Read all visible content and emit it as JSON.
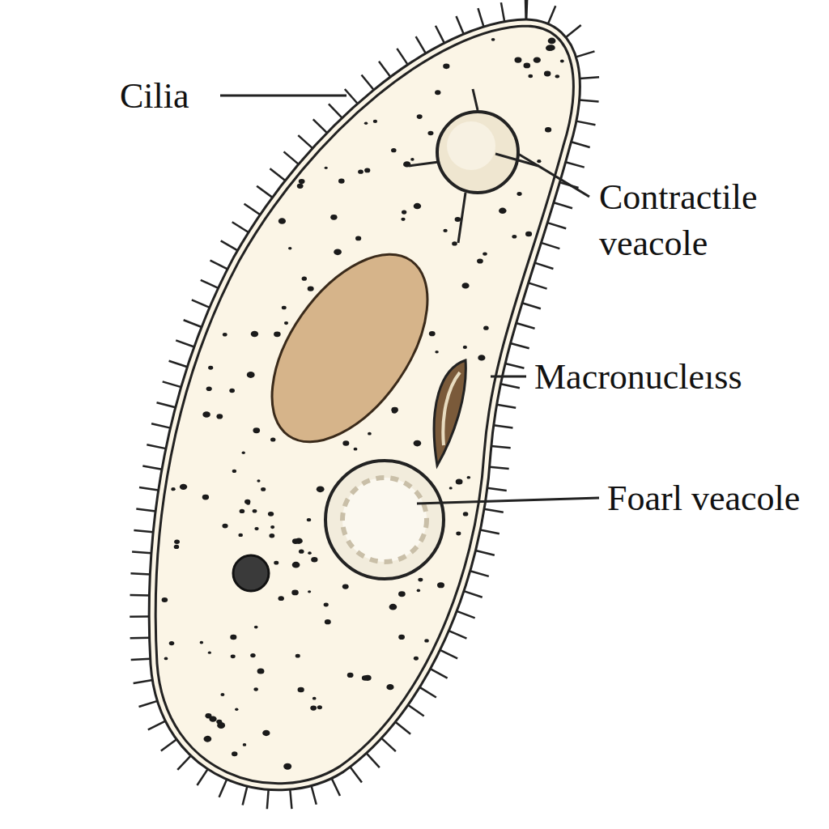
{
  "diagram": {
    "labels": [
      "Cilia",
      "Contractile veacole",
      "Macronucleıss",
      "Foarl veacole"
    ]
  }
}
